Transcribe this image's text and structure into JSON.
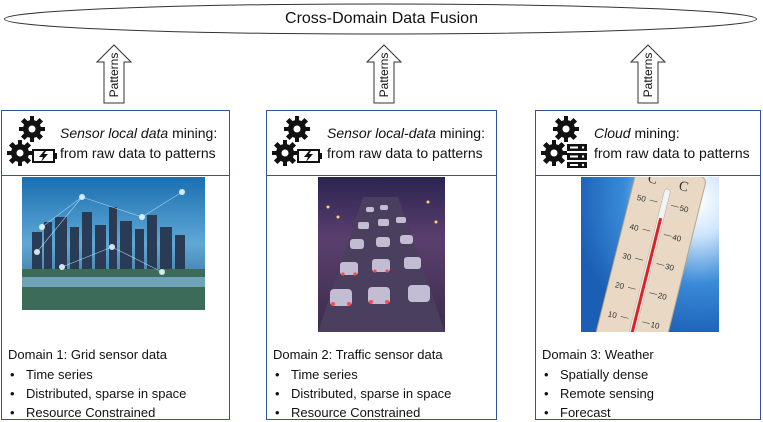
{
  "title": "Cross-Domain Data Fusion",
  "arrow_label": "Patterns",
  "panels": [
    {
      "header_italic": "Sensor local data",
      "header_rest": " mining:",
      "header_line2": "from raw data to patterns",
      "domain_title": "Domain 1: Grid sensor data",
      "bullets": [
        "Time series",
        "Distributed, sparse in space",
        "Resource Constrained"
      ]
    },
    {
      "header_italic": "Sensor local-data",
      "header_rest": " mining:",
      "header_line2": "from raw data to patterns",
      "domain_title": "Domain 2: Traffic sensor data",
      "bullets": [
        "Time series",
        "Distributed, sparse in space",
        "Resource Constrained"
      ]
    },
    {
      "header_italic": "Cloud",
      "header_rest": " mining:",
      "header_line2": "from raw data to patterns",
      "domain_title": "Domain 3: Weather",
      "bullets": [
        "Spatially dense",
        "Remote sensing",
        "Forecast"
      ]
    }
  ],
  "colors": {
    "border": "#2f5597",
    "thermo_red": "#e02020"
  },
  "icons": [
    "gear-icon",
    "battery-charging-icon",
    "server-icon",
    "up-arrow-icon"
  ]
}
